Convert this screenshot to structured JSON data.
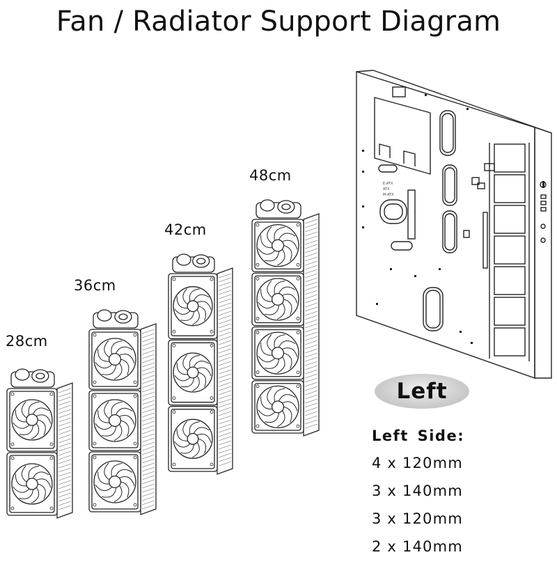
{
  "title": "Fan / Radiator Support Diagram",
  "radiators": [
    {
      "label": "28cm",
      "fans": 2
    },
    {
      "label": "36cm",
      "fans": 3
    },
    {
      "label": "42cm",
      "fans": 3
    },
    {
      "label": "48cm",
      "fans": 4
    }
  ],
  "badge": "Left",
  "spec_heading": "Left Side:",
  "specs": [
    "4 x 120mm",
    "3 x 140mm",
    "3 x 120mm",
    "2 x 140mm"
  ]
}
